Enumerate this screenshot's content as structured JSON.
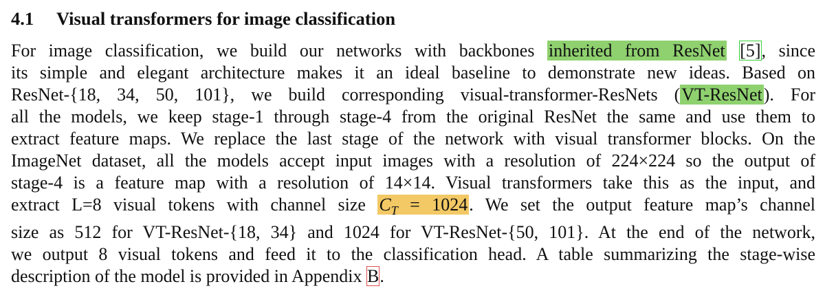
{
  "section": {
    "number": "4.1",
    "title": "Visual transformers for image classification"
  },
  "paragraph": {
    "lines": [
      {
        "before": "For image classification, we build our networks with backbones ",
        "highlight": "inherited from ResNet",
        "between": " ",
        "citation": "[5]",
        "after": ", since"
      },
      {
        "text": "its simple and elegant architecture makes it an ideal baseline to demonstrate new ideas. Based on"
      },
      {
        "before": "ResNet-{18, 34, 50, 101}, we build corresponding visual-transformer-ResNets (",
        "highlight": "VT-ResNet",
        "after": "). For"
      },
      {
        "text": "all the models, we keep stage-1 through stage-4 from the original ResNet the same and use them to"
      },
      {
        "text": "extract feature maps. We replace the last stage of the network with visual transformer blocks. On the"
      },
      {
        "text": "ImageNet dataset, all the models accept input images with a resolution of 224×224 so the output of"
      },
      {
        "text": "stage-4 is a feature map with a resolution of 14×14. Visual transformers take this as the input, and"
      },
      {
        "before": "extract L=8 visual tokens with channel size ",
        "math_symbol": "C",
        "math_subscript": "T",
        "math_rest": " = 1024",
        "after": ". We set the output feature map’s channel"
      },
      {
        "text": "size as 512 for VT-ResNet-{18, 34} and 1024 for VT-ResNet-{50, 101}. At the end of the network,"
      },
      {
        "text": "we output 8 visual tokens and feed it to the classification head. A table summarizing the stage-wise"
      },
      {
        "before": "description of the model is provided in Appendix ",
        "ref": "B",
        "after": "."
      }
    ]
  },
  "colors": {
    "green_highlight": "#8fd16f",
    "orange_highlight": "#f3c965",
    "citation_box": "#35d035",
    "reference_box": "#e24d4d"
  }
}
